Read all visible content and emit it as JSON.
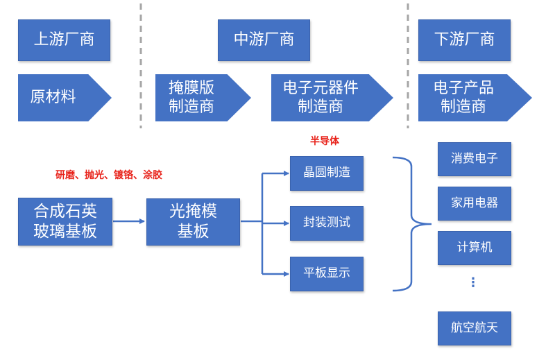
{
  "header": {
    "upstream": "上游厂商",
    "midstream": "中游厂商",
    "downstream": "下游厂商"
  },
  "stages": {
    "raw_material": "原材料",
    "mask_maker_line1": "掩膜版",
    "mask_maker_line2": "制造商",
    "component_maker_line1": "电子元器件",
    "component_maker_line2": "制造商",
    "product_maker_line1": "电子产品",
    "product_maker_line2": "制造商"
  },
  "process": {
    "quartz_line1": "合成石英",
    "quartz_line2": "玻璃基板",
    "process_note": "研磨、抛光、镀铬、涂胶",
    "photomask_line1": "光掩模",
    "photomask_line2": "基板",
    "semiconductor_label": "半导体",
    "branches": [
      "晶圆制造",
      "封装测试",
      "平板显示"
    ]
  },
  "applications": {
    "items": [
      "消费电子",
      "家用电器",
      "计算机",
      "航空航天"
    ],
    "ellipsis": "⋮"
  },
  "colors": {
    "box_fill": "#4472c4",
    "connector": "#4472c4",
    "note_red": "#e8231b",
    "divider": "#a6a6a6"
  }
}
